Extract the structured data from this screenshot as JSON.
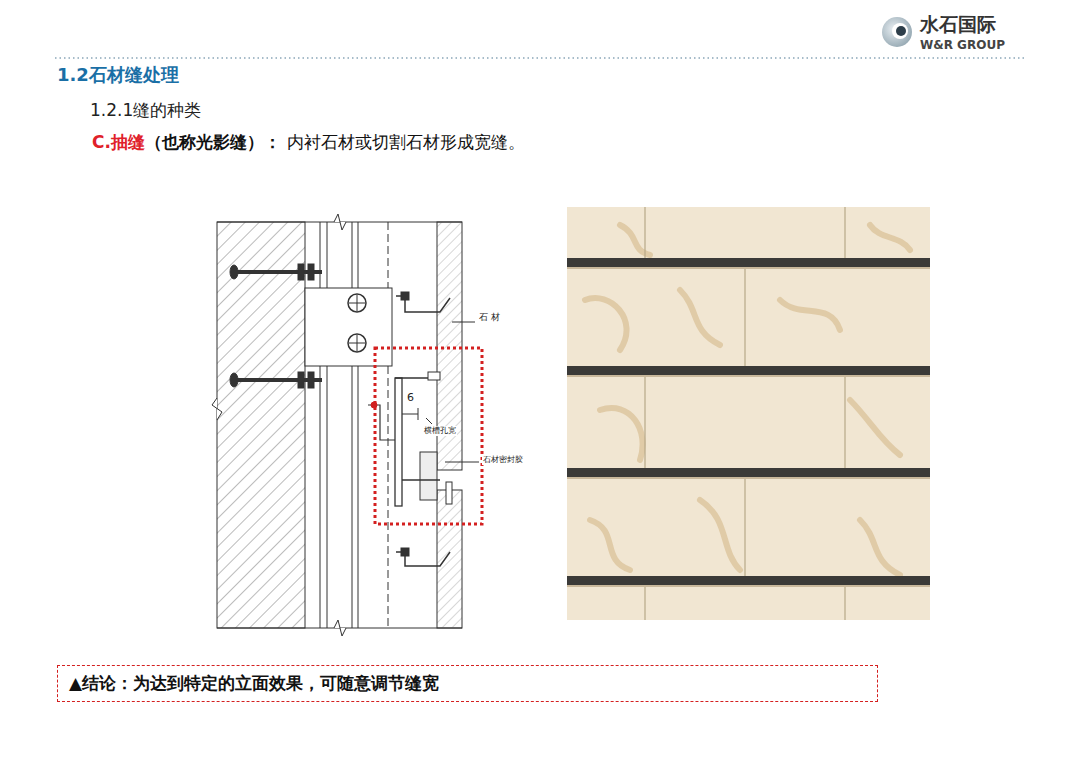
{
  "diagram": {
    "title": "1.2石材缝处理",
    "nodes": [
      {
        "text": [
          "▲结论：为达到特定的立面效果，可随意调节缝宽"
        ]
      }
    ],
    "labels": [
      "水石国际",
      "W&R GROUP",
      "1.2.1缝的种类",
      "C.抽缝",
      "（也称光影缝）：",
      "内衬石材或切割石材形成宽缝。",
      "石 材",
      "6",
      "横槽孔宽",
      "石材密封胶"
    ]
  }
}
